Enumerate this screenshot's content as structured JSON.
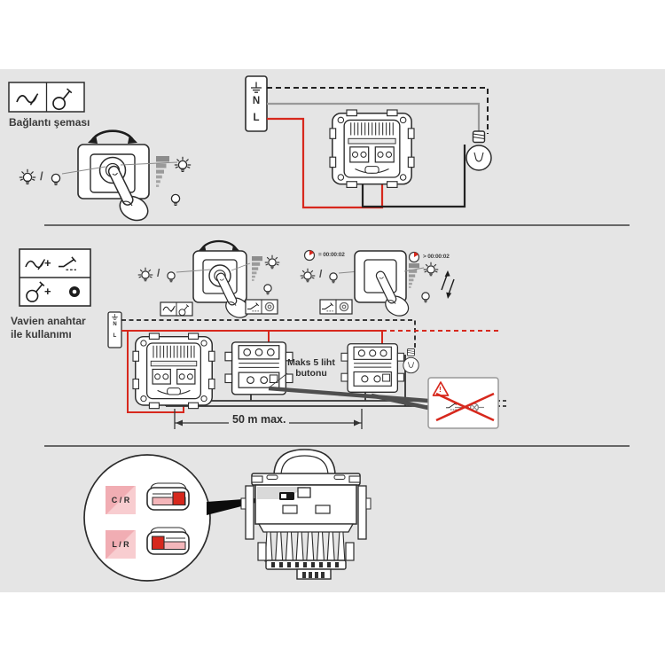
{
  "colors": {
    "panel_background": "#e5e5e5",
    "line": "#2c2c2c",
    "wire_neutral_gray": "#999999",
    "wire_live_red": "#d7281d",
    "warning_red": "#d7281d",
    "selector_pink": "#f4b6ba",
    "brightness_bar_gray": "#9a9a9a"
  },
  "section_top": {
    "legend_icons": [
      "dimmer-phase-icon",
      "push-button-icon"
    ],
    "legend_caption": "Bağlantı şeması",
    "on_off_separator": "/",
    "terminal_block": {
      "earth_icon": "earth-icon",
      "neutral": "N",
      "live": "L"
    }
  },
  "section_middle": {
    "legend_icons_row1": [
      "dimmer-phase-icon",
      "+",
      "two-way-switch-icon"
    ],
    "legend_icons_row2": [
      "push-button-icon",
      "+",
      "indicator-ring-icon"
    ],
    "plus_row1": "+",
    "plus_row2": "+",
    "legend_caption_line1": "Vavien anahtar",
    "legend_caption_line2": "ile kullanımı",
    "press_time_short": "= 00:00:02",
    "press_time_long": "> 00:00:02",
    "on_off_separator_knob": "/",
    "on_off_separator_button": "/",
    "terminal_block": {
      "earth_icon": "earth-icon",
      "neutral": "N",
      "live": "L"
    },
    "max_buttons_line1": "Maks 5 liht",
    "max_buttons_line2": "butonu",
    "max_distance": "50 m max.",
    "warning_mark": "!"
  },
  "section_bottom": {
    "selector_positions": [
      {
        "label": "C / R"
      },
      {
        "label": "L / R"
      }
    ]
  }
}
